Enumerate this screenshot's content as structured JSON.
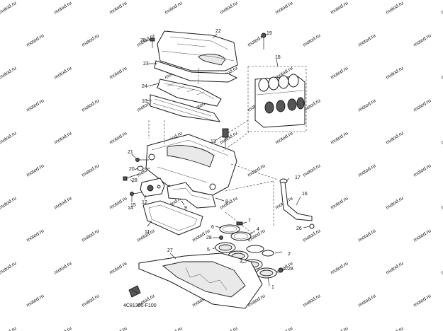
{
  "watermark": "motod.ru",
  "figure_code": "4C81300-F100",
  "callouts": [
    "1",
    "2",
    "3",
    "4",
    "5",
    "6",
    "7",
    "8",
    "9",
    "10",
    "11",
    "12",
    "13",
    "14",
    "15",
    "16",
    "17",
    "18",
    "19",
    "20",
    "21",
    "22",
    "23",
    "24",
    "25",
    "26",
    "27",
    "28",
    "28",
    "28"
  ],
  "colors": {
    "line": "#222222",
    "background": "#ffffff",
    "watermark": "#c9c9c9"
  }
}
